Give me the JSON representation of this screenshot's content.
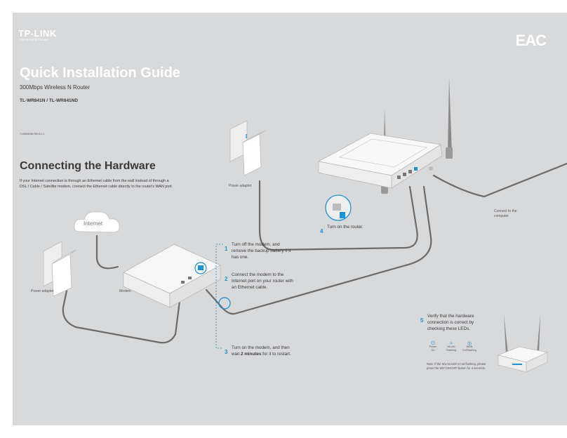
{
  "brand": {
    "logo": "TP-LINK",
    "tagline": "The Reliable Choice",
    "cert_mark": "EAC"
  },
  "header": {
    "title": "Quick Installation Guide",
    "subtitle": "300Mbps Wireless N Router",
    "models": "TL-WR841N / TL-WR841ND",
    "doc_id": "7106505289   REV6.0.1"
  },
  "section": {
    "title": "Connecting the Hardware",
    "intro": "If your Internet connection is through an Ethernet cable from the wall instead of through a DSL / Cable / Satellite modem, connect the Ethernet cable directly to the router's WAN port."
  },
  "labels": {
    "internet": "Internet",
    "power_adapter_left": "Power adapter",
    "modem": "Modem",
    "power_adapter_top": "Power adapter",
    "connect_computer": "Connect to the computer"
  },
  "steps": [
    {
      "num": "1",
      "text": "Turn off the modem, and remove the backup battery if it has one."
    },
    {
      "num": "2",
      "text": "Connect the modem to the Internet port on your router with an Ethernet cable."
    },
    {
      "num": "3",
      "text_before": "Turn on the modem, and then wait ",
      "bold": "2 minutes",
      "text_after": " for it to restart."
    },
    {
      "num": "4",
      "text": "Turn on the router."
    },
    {
      "num": "5",
      "text": "Verify that the hardware connection is correct by checking these LEDs."
    }
  ],
  "leds": [
    {
      "icon": "power-icon",
      "name": "Power",
      "state": "On"
    },
    {
      "icon": "wlan-icon",
      "name": "WLAN",
      "state": "Flashing"
    },
    {
      "icon": "wan-icon",
      "name": "WAN",
      "state": "On/Flashing"
    }
  ],
  "note": "Note: If the WLAN LED is not flashing, please press the WiFi ON/OFF button for 4 seconds.",
  "colors": {
    "background": "#d8d9db",
    "accent": "#1c92d2",
    "text": "#3a3a3a",
    "cable": "#6b6b6b"
  }
}
